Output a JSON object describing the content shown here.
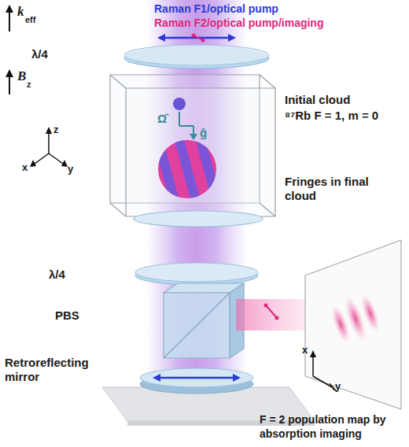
{
  "diagram": {
    "labels": [
      "Raman F1/optical pump",
      "Raman F2/optical pump/imaging",
      "k",
      "eff",
      "λ/4",
      "B",
      "z",
      "Initial cloud",
      "⁸⁷Rb F = 1, m = 0",
      "z",
      "x",
      "y",
      "Ω̂",
      "ĝ",
      "Fringes in final cloud",
      "λ/4",
      "PBS",
      "Retroreflecting mirror",
      "x",
      "y",
      "F = 2 population map by absorption imaging"
    ]
  }
}
